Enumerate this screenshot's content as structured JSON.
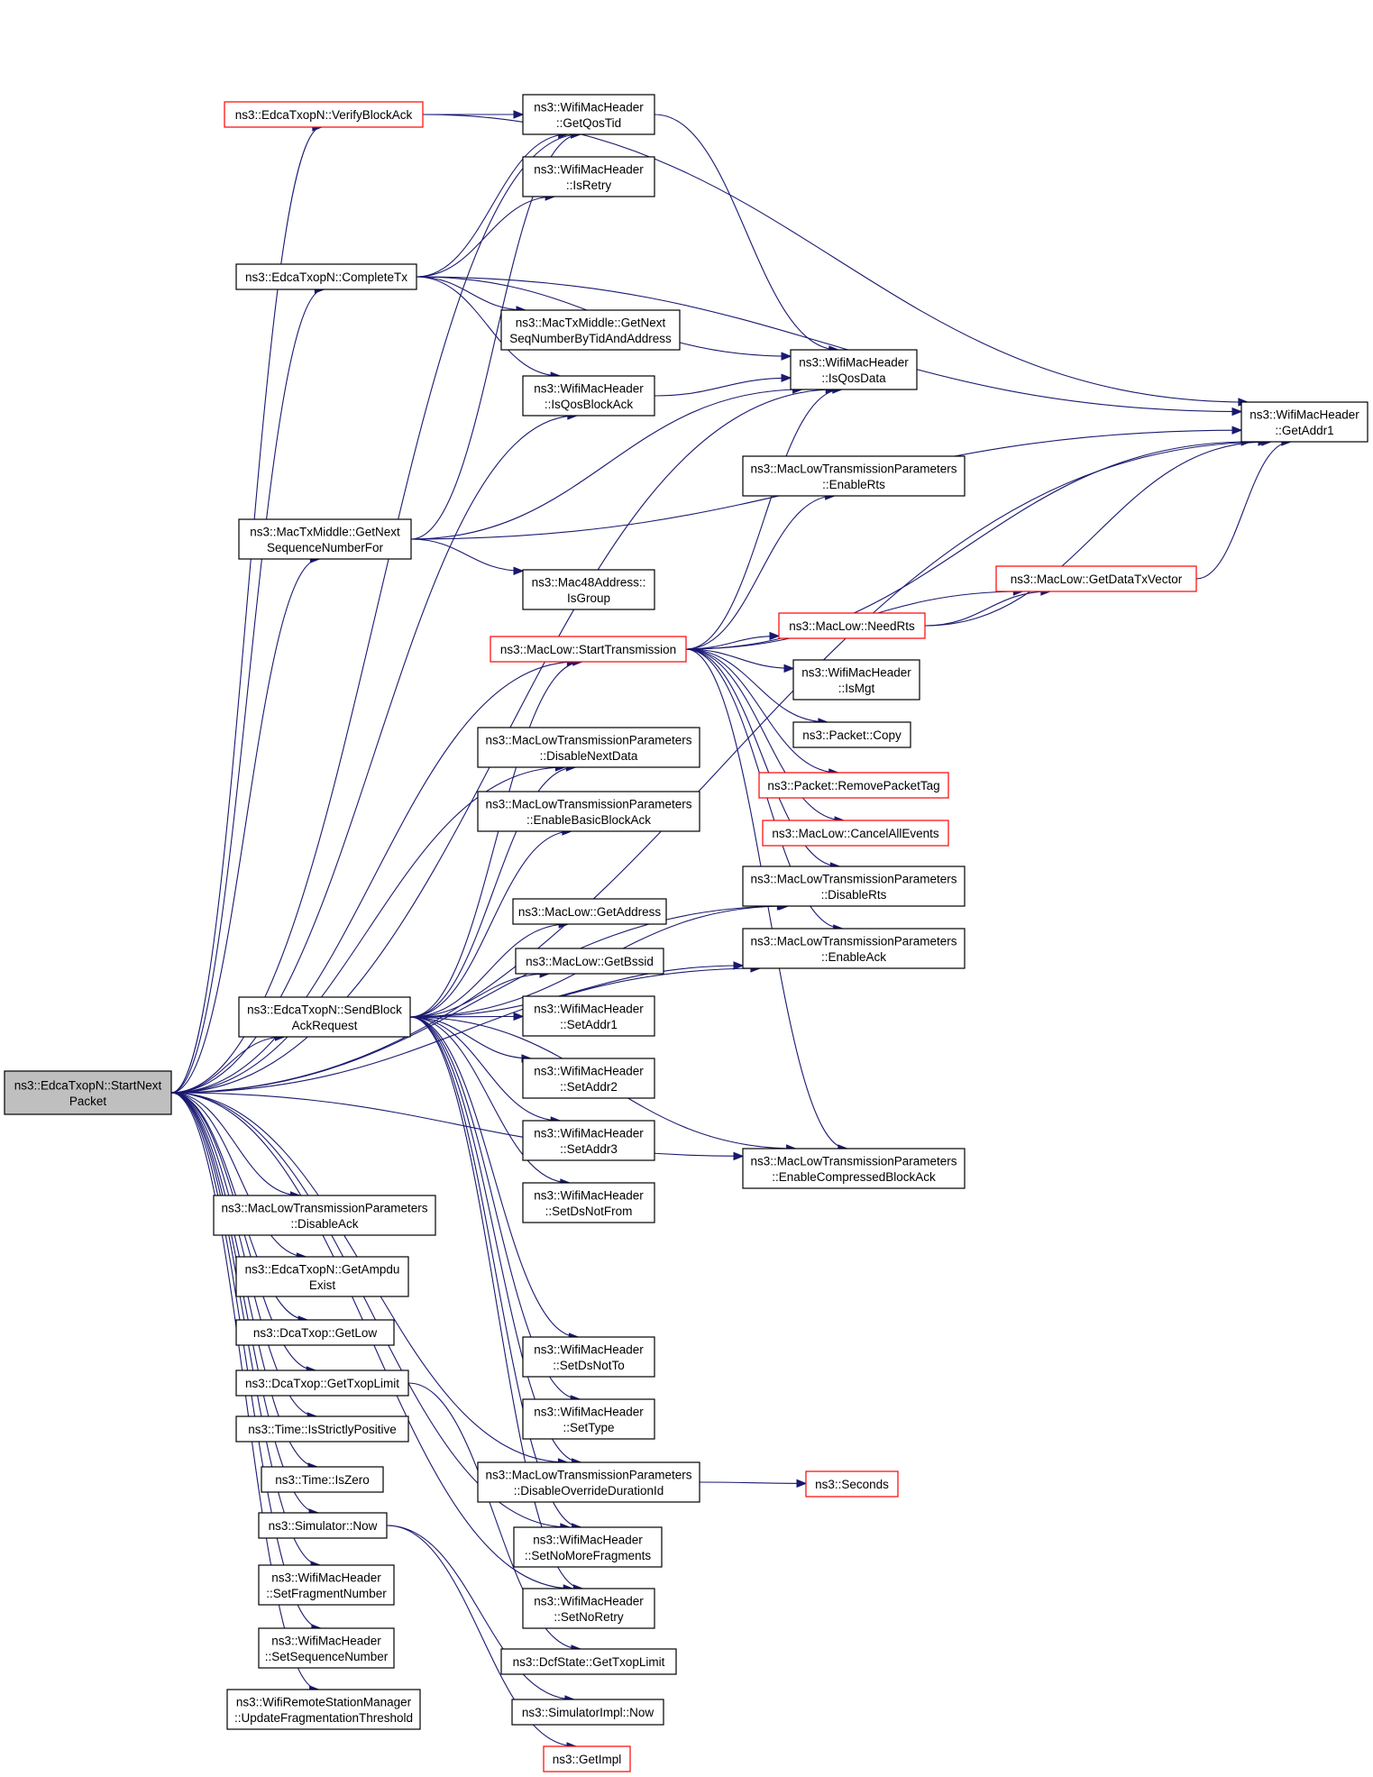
{
  "colors": {
    "edge": "#191970",
    "box_border": "#000000",
    "truncated_border": "#ff0000",
    "root_fill": "#bfbfbf"
  },
  "nodes": [
    {
      "id": "root",
      "lines": [
        "ns3::EdcaTxopN::StartNext",
        "Packet"
      ],
      "style": "root"
    },
    {
      "id": "verify",
      "lines": [
        "ns3::EdcaTxopN::VerifyBlockAck"
      ],
      "style": "red"
    },
    {
      "id": "getqostid",
      "lines": [
        "ns3::WifiMacHeader",
        "::GetQosTid"
      ]
    },
    {
      "id": "isretry",
      "lines": [
        "ns3::WifiMacHeader",
        "::IsRetry"
      ]
    },
    {
      "id": "completetx",
      "lines": [
        "ns3::EdcaTxopN::CompleteTx"
      ]
    },
    {
      "id": "getnextseqtid",
      "lines": [
        "ns3::MacTxMiddle::GetNext",
        "SeqNumberByTidAndAddress"
      ]
    },
    {
      "id": "isqosdata",
      "lines": [
        "ns3::WifiMacHeader",
        "::IsQosData"
      ]
    },
    {
      "id": "isqosblockack",
      "lines": [
        "ns3::WifiMacHeader",
        "::IsQosBlockAck"
      ]
    },
    {
      "id": "getaddr1",
      "lines": [
        "ns3::WifiMacHeader",
        "::GetAddr1"
      ]
    },
    {
      "id": "enablerts",
      "lines": [
        "ns3::MacLowTransmissionParameters",
        "::EnableRts"
      ]
    },
    {
      "id": "getnextseqfor",
      "lines": [
        "ns3::MacTxMiddle::GetNext",
        "SequenceNumberFor"
      ]
    },
    {
      "id": "isgroup",
      "lines": [
        "ns3::Mac48Address::",
        "IsGroup"
      ]
    },
    {
      "id": "getdatatxvector",
      "lines": [
        "ns3::MacLow::GetDataTxVector"
      ],
      "style": "red"
    },
    {
      "id": "needrts",
      "lines": [
        "ns3::MacLow::NeedRts"
      ],
      "style": "red"
    },
    {
      "id": "starttx",
      "lines": [
        "ns3::MacLow::StartTransmission"
      ],
      "style": "red"
    },
    {
      "id": "ismgt",
      "lines": [
        "ns3::WifiMacHeader",
        "::IsMgt"
      ]
    },
    {
      "id": "packetcopy",
      "lines": [
        "ns3::Packet::Copy"
      ]
    },
    {
      "id": "disablenextdata",
      "lines": [
        "ns3::MacLowTransmissionParameters",
        "::DisableNextData"
      ]
    },
    {
      "id": "removepackettag",
      "lines": [
        "ns3::Packet::RemovePacketTag"
      ],
      "style": "red"
    },
    {
      "id": "enablebasicba",
      "lines": [
        "ns3::MacLowTransmissionParameters",
        "::EnableBasicBlockAck"
      ]
    },
    {
      "id": "cancelall",
      "lines": [
        "ns3::MacLow::CancelAllEvents"
      ],
      "style": "red"
    },
    {
      "id": "disablerts",
      "lines": [
        "ns3::MacLowTransmissionParameters",
        "::DisableRts"
      ]
    },
    {
      "id": "getaddress",
      "lines": [
        "ns3::MacLow::GetAddress"
      ]
    },
    {
      "id": "enableack",
      "lines": [
        "ns3::MacLowTransmissionParameters",
        "::EnableAck"
      ]
    },
    {
      "id": "getbssid",
      "lines": [
        "ns3::MacLow::GetBssid"
      ]
    },
    {
      "id": "sendbar",
      "lines": [
        "ns3::EdcaTxopN::SendBlock",
        "AckRequest"
      ]
    },
    {
      "id": "setaddr1",
      "lines": [
        "ns3::WifiMacHeader",
        "::SetAddr1"
      ]
    },
    {
      "id": "setaddr2",
      "lines": [
        "ns3::WifiMacHeader",
        "::SetAddr2"
      ]
    },
    {
      "id": "setaddr3",
      "lines": [
        "ns3::WifiMacHeader",
        "::SetAddr3"
      ]
    },
    {
      "id": "enablecompressedba",
      "lines": [
        "ns3::MacLowTransmissionParameters",
        "::EnableCompressedBlockAck"
      ]
    },
    {
      "id": "disableack",
      "lines": [
        "ns3::MacLowTransmissionParameters",
        "::DisableAck"
      ]
    },
    {
      "id": "setdsnotfrom",
      "lines": [
        "ns3::WifiMacHeader",
        "::SetDsNotFrom"
      ]
    },
    {
      "id": "getampdu",
      "lines": [
        "ns3::EdcaTxopN::GetAmpdu",
        "Exist"
      ]
    },
    {
      "id": "getlow",
      "lines": [
        "ns3::DcaTxop::GetLow"
      ]
    },
    {
      "id": "gettxoplimit",
      "lines": [
        "ns3::DcaTxop::GetTxopLimit"
      ]
    },
    {
      "id": "setdsnotto",
      "lines": [
        "ns3::WifiMacHeader",
        "::SetDsNotTo"
      ]
    },
    {
      "id": "isstrictlypositive",
      "lines": [
        "ns3::Time::IsStrictlyPositive"
      ]
    },
    {
      "id": "settype",
      "lines": [
        "ns3::WifiMacHeader",
        "::SetType"
      ]
    },
    {
      "id": "iszero",
      "lines": [
        "ns3::Time::IsZero"
      ]
    },
    {
      "id": "disableoverride",
      "lines": [
        "ns3::MacLowTransmissionParameters",
        "::DisableOverrideDurationId"
      ]
    },
    {
      "id": "seconds",
      "lines": [
        "ns3::Seconds"
      ],
      "style": "red"
    },
    {
      "id": "simnow",
      "lines": [
        "ns3::Simulator::Now"
      ]
    },
    {
      "id": "setnomorefrag",
      "lines": [
        "ns3::WifiMacHeader",
        "::SetNoMoreFragments"
      ]
    },
    {
      "id": "setfragnum",
      "lines": [
        "ns3::WifiMacHeader",
        "::SetFragmentNumber"
      ]
    },
    {
      "id": "setnoretry",
      "lines": [
        "ns3::WifiMacHeader",
        "::SetNoRetry"
      ]
    },
    {
      "id": "setseqnum",
      "lines": [
        "ns3::WifiMacHeader",
        "::SetSequenceNumber"
      ]
    },
    {
      "id": "dcfgettxoplimit",
      "lines": [
        "ns3::DcfState::GetTxopLimit"
      ]
    },
    {
      "id": "updatefrag",
      "lines": [
        "ns3::WifiRemoteStationManager",
        "::UpdateFragmentationThreshold"
      ]
    },
    {
      "id": "simimplnow",
      "lines": [
        "ns3::SimulatorImpl::Now"
      ]
    },
    {
      "id": "getimpl",
      "lines": [
        "ns3::GetImpl"
      ],
      "style": "red"
    }
  ],
  "edges": [
    [
      "root",
      "verify"
    ],
    [
      "root",
      "getqostid"
    ],
    [
      "root",
      "completetx"
    ],
    [
      "root",
      "isqosdata"
    ],
    [
      "root",
      "isqosblockack"
    ],
    [
      "root",
      "getaddr1"
    ],
    [
      "root",
      "getnextseqfor"
    ],
    [
      "root",
      "starttx"
    ],
    [
      "root",
      "disablenextdata"
    ],
    [
      "root",
      "disablerts"
    ],
    [
      "root",
      "enableack"
    ],
    [
      "root",
      "sendbar"
    ],
    [
      "root",
      "enablecompressedba"
    ],
    [
      "root",
      "disableack"
    ],
    [
      "root",
      "getampdu"
    ],
    [
      "root",
      "getlow"
    ],
    [
      "root",
      "gettxoplimit"
    ],
    [
      "root",
      "isstrictlypositive"
    ],
    [
      "root",
      "iszero"
    ],
    [
      "root",
      "simnow"
    ],
    [
      "root",
      "setfragnum"
    ],
    [
      "root",
      "setseqnum"
    ],
    [
      "root",
      "updatefrag"
    ],
    [
      "root",
      "disableoverride"
    ],
    [
      "root",
      "setnomorefrag"
    ],
    [
      "root",
      "setnoretry"
    ],
    [
      "verify",
      "getqostid"
    ],
    [
      "verify",
      "getaddr1"
    ],
    [
      "getqostid",
      "isqosdata"
    ],
    [
      "completetx",
      "getqostid"
    ],
    [
      "completetx",
      "isretry"
    ],
    [
      "completetx",
      "getnextseqtid"
    ],
    [
      "completetx",
      "isqosdata"
    ],
    [
      "completetx",
      "isqosblockack"
    ],
    [
      "completetx",
      "getaddr1"
    ],
    [
      "isqosblockack",
      "isqosdata"
    ],
    [
      "getnextseqfor",
      "getqostid"
    ],
    [
      "getnextseqfor",
      "isqosdata"
    ],
    [
      "getnextseqfor",
      "getaddr1"
    ],
    [
      "getnextseqfor",
      "isgroup"
    ],
    [
      "starttx",
      "isqosdata"
    ],
    [
      "starttx",
      "getaddr1"
    ],
    [
      "starttx",
      "enablerts"
    ],
    [
      "starttx",
      "getdatatxvector"
    ],
    [
      "starttx",
      "needrts"
    ],
    [
      "starttx",
      "ismgt"
    ],
    [
      "starttx",
      "packetcopy"
    ],
    [
      "starttx",
      "removepackettag"
    ],
    [
      "starttx",
      "cancelall"
    ],
    [
      "starttx",
      "disablerts"
    ],
    [
      "starttx",
      "enableack"
    ],
    [
      "starttx",
      "enablecompressedba"
    ],
    [
      "needrts",
      "getdatatxvector"
    ],
    [
      "needrts",
      "getaddr1"
    ],
    [
      "getdatatxvector",
      "getaddr1"
    ],
    [
      "sendbar",
      "starttx"
    ],
    [
      "sendbar",
      "disablenextdata"
    ],
    [
      "sendbar",
      "enablebasicba"
    ],
    [
      "sendbar",
      "disablerts"
    ],
    [
      "sendbar",
      "getaddress"
    ],
    [
      "sendbar",
      "getbssid"
    ],
    [
      "sendbar",
      "setaddr1"
    ],
    [
      "sendbar",
      "setaddr2"
    ],
    [
      "sendbar",
      "setaddr3"
    ],
    [
      "sendbar",
      "setdsnotfrom"
    ],
    [
      "sendbar",
      "setdsnotto"
    ],
    [
      "sendbar",
      "settype"
    ],
    [
      "sendbar",
      "disableoverride"
    ],
    [
      "sendbar",
      "setnomorefrag"
    ],
    [
      "sendbar",
      "setnoretry"
    ],
    [
      "sendbar",
      "enableack"
    ],
    [
      "sendbar",
      "enablecompressedba"
    ],
    [
      "gettxoplimit",
      "dcfgettxoplimit"
    ],
    [
      "disableoverride",
      "seconds"
    ],
    [
      "simnow",
      "simimplnow"
    ],
    [
      "simnow",
      "getimpl"
    ]
  ]
}
